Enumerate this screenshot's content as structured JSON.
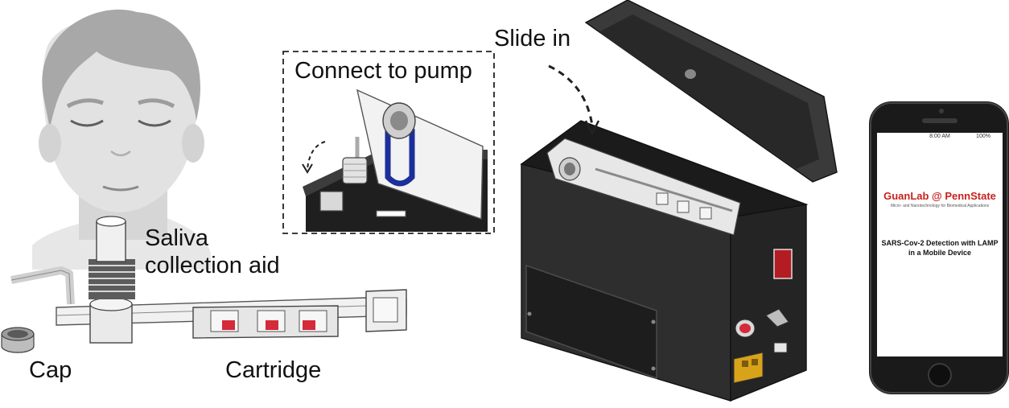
{
  "labels": {
    "slide_in": "Slide in",
    "connect_to_pump": "Connect to pump",
    "saliva_line1": "Saliva",
    "saliva_line2": "collection aid",
    "cap": "Cap",
    "cartridge": "Cartridge"
  },
  "phone": {
    "time": "8:00 AM",
    "battery": "100%",
    "lab_name": "GuanLab @ PennState",
    "lab_subtitle": "Micro- and Nanotechnology for Biomedical Applications",
    "app_title_line1": "SARS-Cov-2 Detection with LAMP",
    "app_title_line2": "in a Mobile Device"
  },
  "colors": {
    "lab_name": "#c8231e",
    "device_body": "#2b2b2b",
    "cartridge_chamber": "#d42a3a",
    "channel_blue": "#1c2f9a",
    "power_connector": "#d9a319"
  }
}
